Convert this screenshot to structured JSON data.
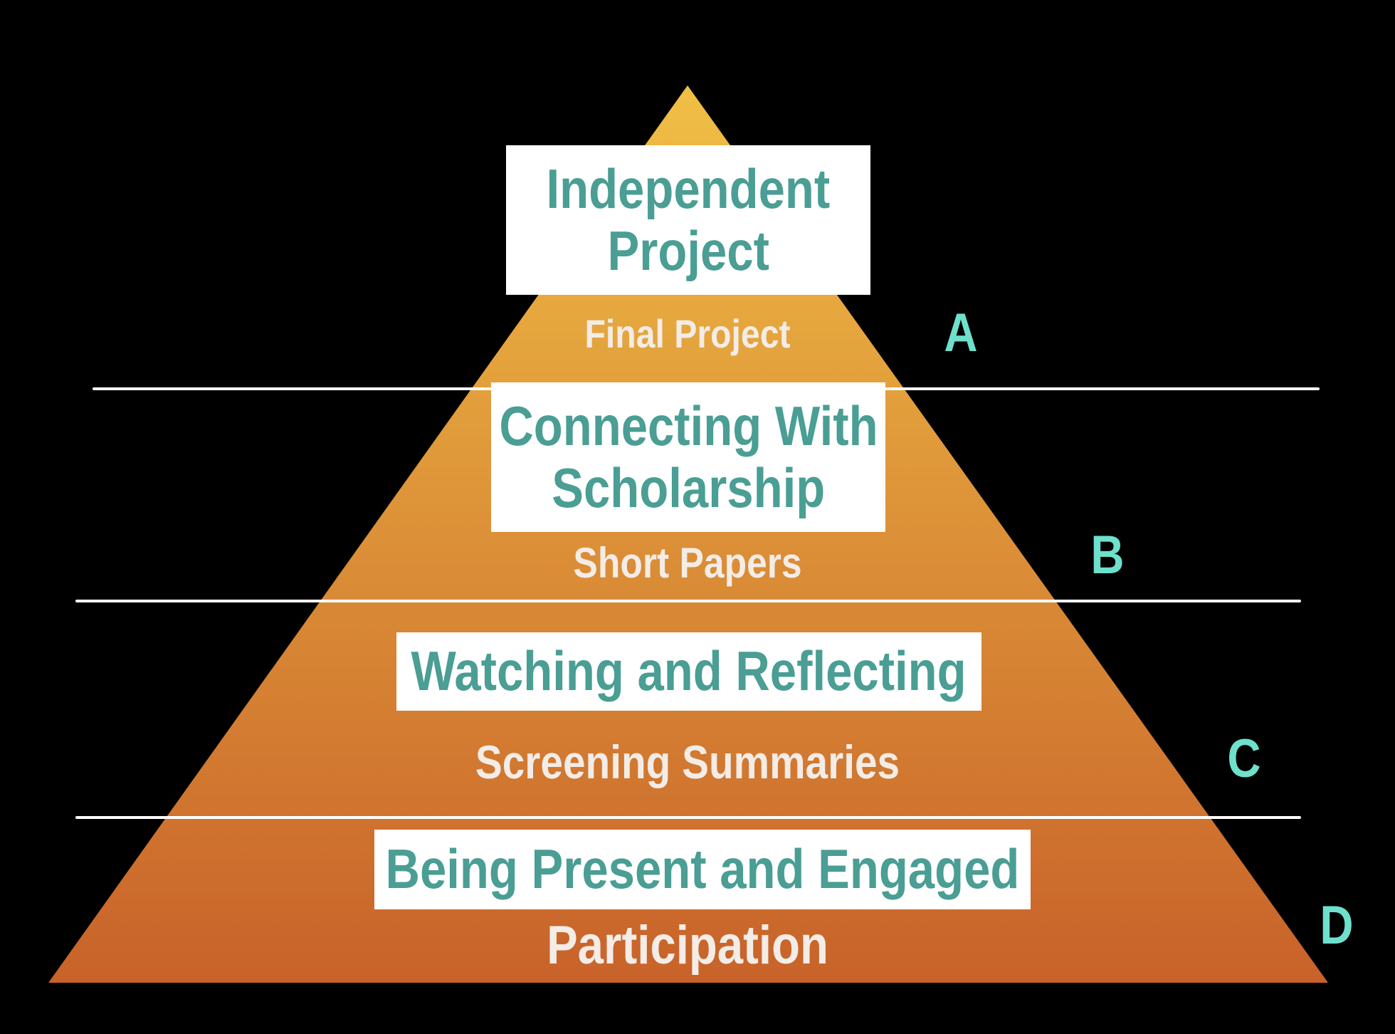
{
  "colors": {
    "background": "#000000",
    "pyramid_top": "#f0bf45",
    "pyramid_bottom": "#c8622a",
    "title_text": "#4a9e94",
    "subtitle_text": "#f3ece7",
    "grade_text": "#6ee0cc",
    "divider": "#ffffff"
  },
  "tiers": [
    {
      "title_line1": "Independent",
      "title_line2": "Project",
      "subtitle": "Final Project",
      "grade": "A"
    },
    {
      "title_line1": "Connecting With",
      "title_line2": "Scholarship",
      "subtitle": "Short Papers",
      "grade": "B"
    },
    {
      "title_line1": "Watching and Reflecting",
      "subtitle": "Screening Summaries",
      "grade": "C"
    },
    {
      "title_line1": "Being Present and Engaged",
      "subtitle": "Participation",
      "grade": "D"
    }
  ]
}
